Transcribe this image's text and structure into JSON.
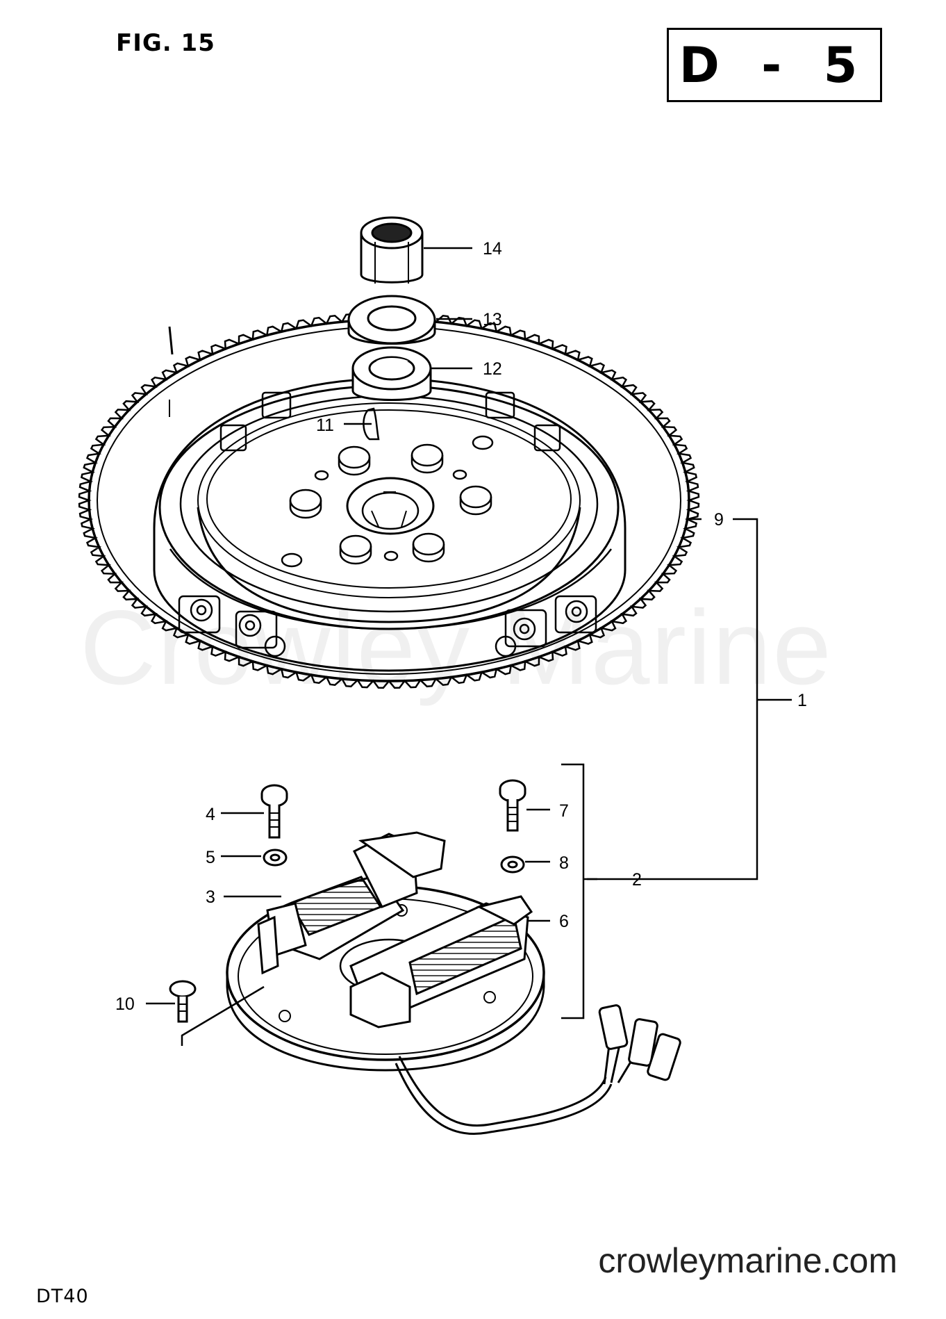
{
  "figure": {
    "label": "FIG. 15",
    "sheet": "D - 5",
    "model": "DT40"
  },
  "watermark": "Crowley Marine",
  "site": "crowleymarine.com",
  "callouts": {
    "c1": "1",
    "c2": "2",
    "c3": "3",
    "c4": "4",
    "c5": "5",
    "c6": "6",
    "c7": "7",
    "c8": "8",
    "c9": "9",
    "c10": "10",
    "c11": "11",
    "c12": "12",
    "c13": "13",
    "c14": "14"
  }
}
